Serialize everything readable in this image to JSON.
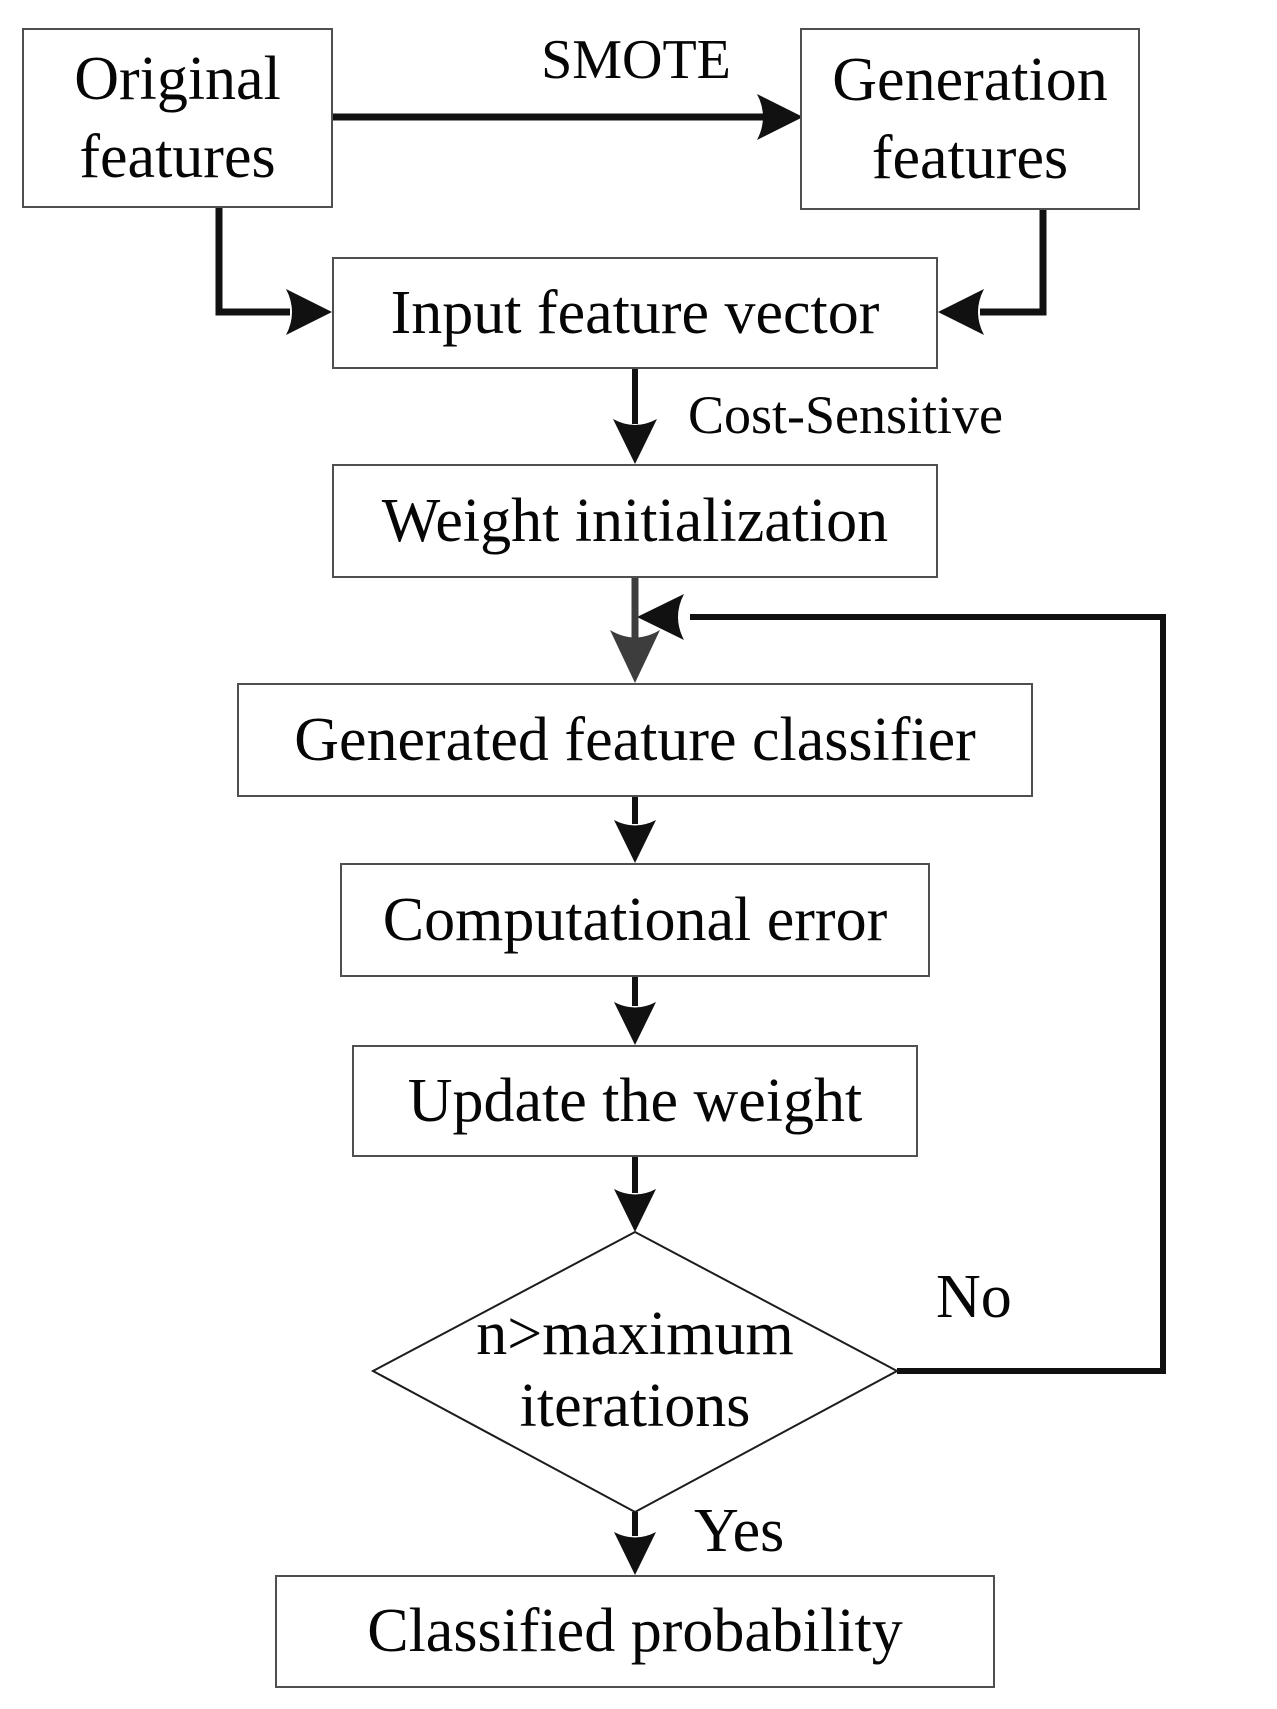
{
  "diagram": {
    "title_hint": "SMOTE cost-sensitive boosting flowchart",
    "nodes": {
      "original_features": {
        "line1": "Original",
        "line2": "features"
      },
      "generation_features": {
        "line1": "Generation",
        "line2": "features"
      },
      "input_feature_vector": {
        "label": "Input feature vector"
      },
      "weight_initialization": {
        "label": "Weight initialization"
      },
      "generated_feature_classifier": {
        "label": "Generated feature classifier"
      },
      "computational_error": {
        "label": "Computational error"
      },
      "update_the_weight": {
        "label": "Update the weight"
      },
      "decision": {
        "line1": "n>maximum",
        "line2": "iterations"
      },
      "classified_probability": {
        "label": "Classified probability"
      }
    },
    "edge_labels": {
      "smote": "SMOTE",
      "cost_sensitive": "Cost-Sensitive",
      "no": "No",
      "yes": "Yes"
    },
    "colors": {
      "background": "#ffffff",
      "text": "#060606",
      "arrow_black": "#111111",
      "arrow_gray": "#3d3d3d",
      "box_border": "#4f4f4f"
    }
  }
}
